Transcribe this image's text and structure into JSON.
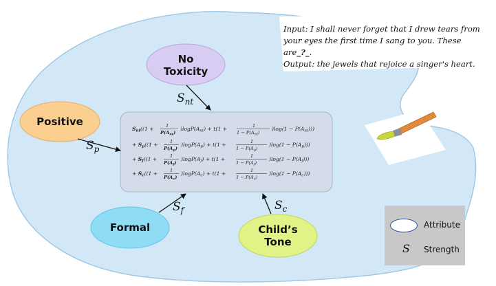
{
  "example": {
    "input_label": "Input",
    "input_text": ": I shall never forget that I drew tears from your eyes the first time I sang to you. These are",
    "blank": "_?_",
    "input_end": ".",
    "output_label": "Output",
    "output_text": ": the jewels that rejoice a singer's heart."
  },
  "nodes": {
    "no_toxicity": {
      "line1": "No",
      "line2": "Toxicity",
      "strength": "S",
      "sub": "nt"
    },
    "positive": {
      "label": "Positive",
      "strength": "S",
      "sub": "p"
    },
    "formal": {
      "label": "Formal",
      "strength": "S",
      "sub": "f"
    },
    "childs_tone": {
      "line1": "Child’s",
      "line2": "Tone",
      "strength": "S",
      "sub": "c"
    }
  },
  "formula": {
    "rows": [
      {
        "s": "S",
        "ss": "nt",
        "a": "A",
        "as": "nt"
      },
      {
        "s": "S",
        "ss": "p",
        "a": "A",
        "as": "p"
      },
      {
        "s": "S",
        "ss": "f",
        "a": "A",
        "as": "f"
      },
      {
        "s": "S",
        "ss": "c",
        "a": "A",
        "as": "c"
      }
    ]
  },
  "legend": {
    "attribute": "Attribute",
    "strength_symbol": "S",
    "strength": "Strength"
  },
  "colors": {
    "canvas": "#d3e8f6",
    "canvas_border": "#9cc7e6",
    "formula_box": "#d4dcea",
    "no_toxicity": "#d8ccf3",
    "positive": "#fbcf8f",
    "formal": "#8fdcf5",
    "childs_tone": "#e1f286",
    "legend_bg": "#c8c8c8"
  }
}
